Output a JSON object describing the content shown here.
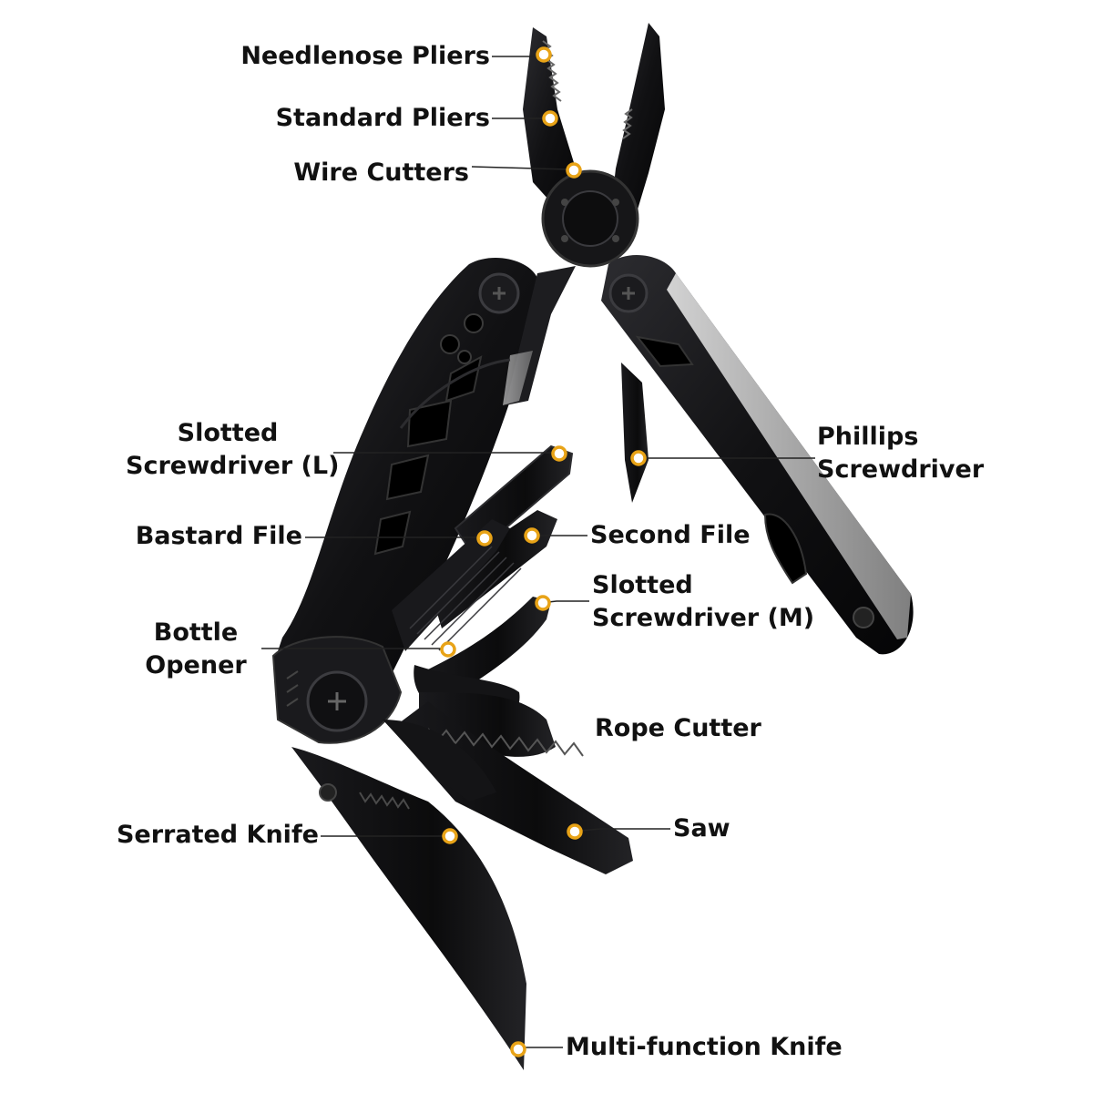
{
  "diagram": {
    "colors": {
      "marker": "#e8a317",
      "leader": "#222222",
      "metal": "#121214",
      "metal_light": "#2a2a2e",
      "edge": "#bcbcbc"
    },
    "callouts": {
      "needlenose_pliers": "Needlenose Pliers",
      "standard_pliers": "Standard Pliers",
      "wire_cutters": "Wire Cutters",
      "slotted_screwdriver_l": {
        "line1": "Slotted",
        "line2": "Screwdriver (L)"
      },
      "phillips_screwdriver": {
        "line1": "Phillips",
        "line2": "Screwdriver"
      },
      "bastard_file": "Bastard File",
      "second_file": "Second File",
      "slotted_screwdriver_m": {
        "line1": "Slotted",
        "line2": "Screwdriver (M)"
      },
      "bottle_opener": {
        "line1": "Bottle",
        "line2": "Opener"
      },
      "rope_cutter": "Rope Cutter",
      "serrated_knife": "Serrated Knife",
      "saw": "Saw",
      "multi_function_knife": "Multi-function Knife"
    }
  }
}
